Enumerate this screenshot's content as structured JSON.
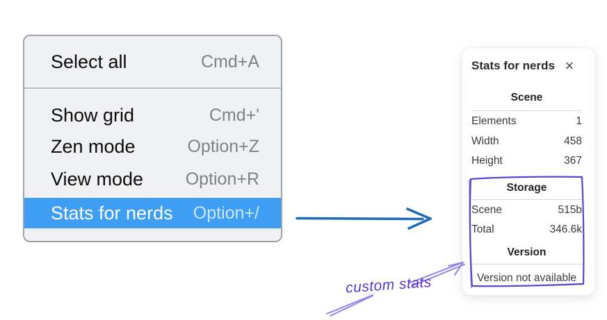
{
  "menu": {
    "items": [
      {
        "label": "Select all",
        "shortcut": "Cmd+A",
        "highlighted": false
      },
      {
        "label": "Show grid",
        "shortcut": "Cmd+'",
        "highlighted": false
      },
      {
        "label": "Zen mode",
        "shortcut": "Option+Z",
        "highlighted": false
      },
      {
        "label": "View mode",
        "shortcut": "Option+R",
        "highlighted": false
      },
      {
        "label": "Stats for nerds",
        "shortcut": "Option+/",
        "highlighted": true
      }
    ]
  },
  "stats_panel": {
    "title": "Stats for nerds",
    "icons": {
      "close": "×"
    },
    "sections": [
      {
        "header": "Scene",
        "rows": [
          {
            "label": "Elements",
            "value": "1"
          },
          {
            "label": "Width",
            "value": "458"
          },
          {
            "label": "Height",
            "value": "367"
          }
        ]
      },
      {
        "header": "Storage",
        "rows": [
          {
            "label": "Scene",
            "value": "515b"
          },
          {
            "label": "Total",
            "value": "346.6k"
          }
        ]
      },
      {
        "header": "Version",
        "note": "Version not available"
      }
    ]
  },
  "annotation": {
    "label": "custom stats"
  },
  "colors": {
    "menu_bg": "#f0f1f3",
    "menu_border": "#9ba2ab",
    "menu_sep": "#b9bec5",
    "menu_text": "#0a0a0a",
    "shortcut": "#7d8288",
    "highlight": "#3d9ef4",
    "highlight_text": "#ffffff",
    "shortcut_hl": "#cfe6fb",
    "arrow_blue": "#1e6bb8",
    "purple": "#5b43cf",
    "purple_light": "#9184e8",
    "purple_text": "#5538d6",
    "panel_border": "#ececec",
    "panel_text": "#3a3a3a",
    "divider": "#d7d7d7",
    "header_text": "#222222"
  }
}
